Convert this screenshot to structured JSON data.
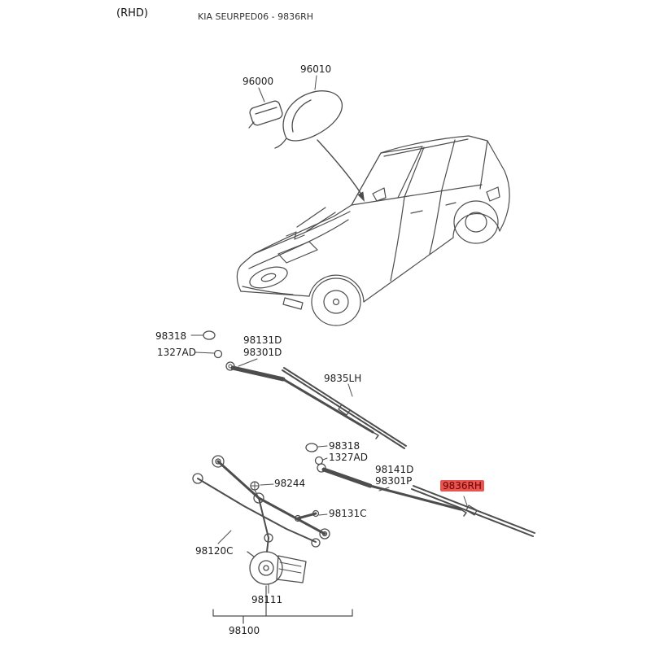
{
  "header": {
    "drive_type": "(RHD)",
    "title": "KIA SEURPED06 - 9836RH"
  },
  "highlight": {
    "label_bg": "#e85450",
    "label_text": "#6b0000",
    "highlighted_part": "9836RH"
  },
  "labels": {
    "antenna_cover": "96000",
    "antenna_unit": "96010",
    "cap_upper": "98318",
    "nut_upper": "1327AD",
    "arm_head_lh": "98131D",
    "arm_lh": "98301D",
    "blade_lh": "9835LH",
    "cap_lower": "98318",
    "nut_lower": "1327AD",
    "arm_head_rh": "98141D",
    "arm_rh": "98301P",
    "blade_rh": "9836RH",
    "bolt": "98244",
    "crank": "98131C",
    "linkage": "98120C",
    "motor": "98111",
    "assembly": "98100"
  }
}
